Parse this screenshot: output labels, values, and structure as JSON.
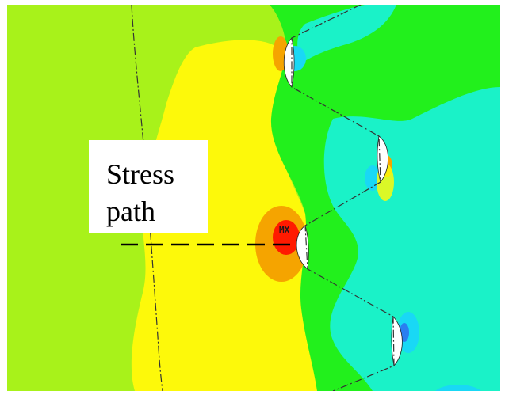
{
  "annotation": {
    "line1": "Stress",
    "line2": "path"
  },
  "max_marker": "MX",
  "colors": {
    "background_green": "#a8f21a",
    "yellow": "#fdf90a",
    "orange": "#f5a400",
    "red": "#ff1a00",
    "green": "#22f01c",
    "cyan": "#1af2c8",
    "light_blue": "#19d8f5",
    "blue": "#2a7ef0",
    "label_background": "#ffffff"
  }
}
